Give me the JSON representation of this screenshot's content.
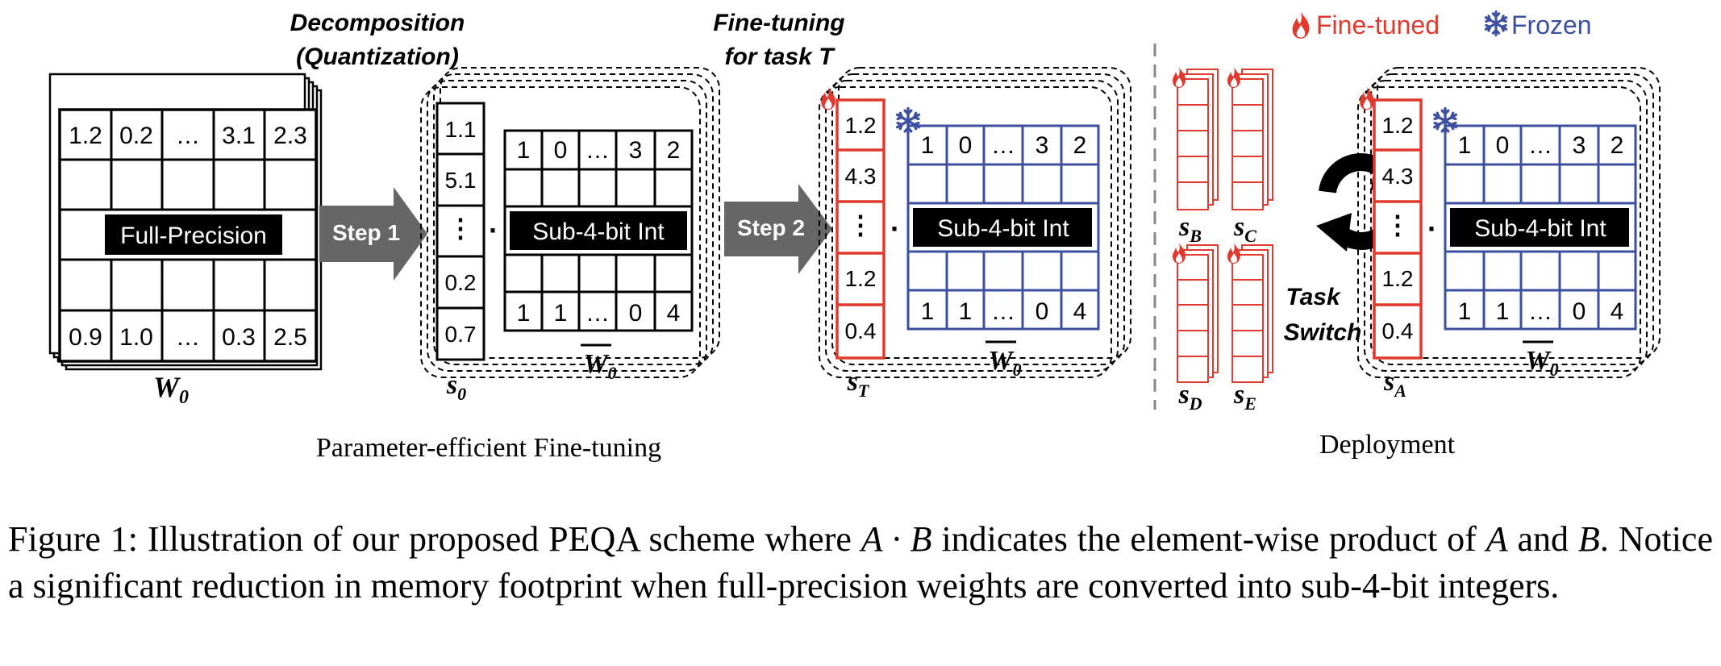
{
  "labels": {
    "decomposition": "Decomposition",
    "quantization": "(Quantization)",
    "finetune_line1": "Fine-tuning",
    "finetune_line2": "for task T",
    "step1": "Step 1",
    "step2": "Step 2",
    "full_precision": "Full-Precision",
    "sub4bit": "Sub-4-bit Int",
    "legend_finetuned": "Fine-tuned",
    "legend_frozen": "Frozen",
    "task_switch_1": "Task",
    "task_switch_2": "Switch",
    "section_peft": "Parameter-efficient Fine-tuning",
    "section_deploy": "Deployment",
    "vdots": "⋮",
    "dot": "·"
  },
  "symbols": {
    "w0_letter": "W",
    "w0_sub": "0",
    "s0_letter": "s",
    "s0_sub": "0",
    "sT_letter": "s",
    "sT_sub": "T",
    "sA_letter": "s",
    "sA_sub": "A",
    "sB_letter": "s",
    "sB_sub": "B",
    "sC_letter": "s",
    "sC_sub": "C",
    "sD_letter": "s",
    "sD_sub": "D",
    "sE_letter": "s",
    "sE_sub": "E"
  },
  "matrices": {
    "full_top": [
      "1.2",
      "0.2",
      "…",
      "3.1",
      "2.3"
    ],
    "full_bottom": [
      "0.9",
      "1.0",
      "…",
      "0.3",
      "2.5"
    ],
    "int_top": [
      "1",
      "0",
      "…",
      "3",
      "2"
    ],
    "int_bottom": [
      "1",
      "1",
      "…",
      "0",
      "4"
    ],
    "s0": [
      "1.1",
      "5.1",
      "0.2",
      "0.7"
    ],
    "sT": [
      "1.2",
      "4.3",
      "1.2",
      "0.4"
    ],
    "sA": [
      "1.2",
      "4.3",
      "1.2",
      "0.4"
    ]
  },
  "caption": {
    "part1": "Figure 1: Illustration of our proposed PEQA scheme where ",
    "math1": "A · B",
    "part2": " indicates the element-wise product of ",
    "math2": "A",
    "part3": " and ",
    "math3": "B",
    "part4": ". Notice a significant reduction in memory footprint when full-precision weights are converted into sub-4-bit integers."
  },
  "colors": {
    "red": "#e03a2e",
    "blue": "#3d4f9f",
    "arrow_gray": "#666666",
    "dashed": "#000000"
  }
}
